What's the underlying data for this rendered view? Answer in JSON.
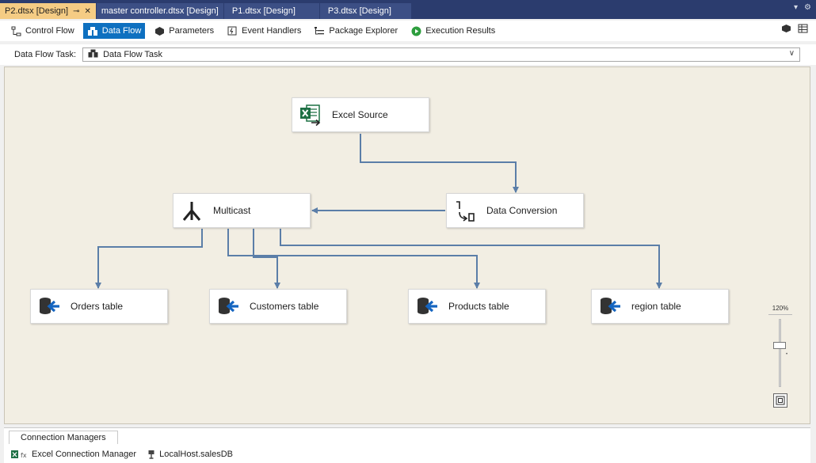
{
  "document_tabs": [
    {
      "label": "P2.dtsx [Design]",
      "active": true
    },
    {
      "label": "master controller.dtsx [Design]",
      "active": false
    },
    {
      "label": "P1.dtsx [Design]",
      "active": false
    },
    {
      "label": "P3.dtsx [Design]",
      "active": false
    }
  ],
  "designer_tabs": [
    {
      "label": "Control Flow",
      "icon": "control-flow-icon"
    },
    {
      "label": "Data Flow",
      "icon": "data-flow-icon",
      "active": true
    },
    {
      "label": "Parameters",
      "icon": "parameters-icon"
    },
    {
      "label": "Event Handlers",
      "icon": "event-handlers-icon"
    },
    {
      "label": "Package Explorer",
      "icon": "package-explorer-icon"
    },
    {
      "label": "Execution Results",
      "icon": "execution-results-icon"
    }
  ],
  "task": {
    "label": "Data Flow Task:",
    "selected": "Data Flow Task"
  },
  "nodes": {
    "excel_source": "Excel Source",
    "data_conversion": "Data Conversion",
    "multicast": "Multicast",
    "orders": "Orders table",
    "customers": "Customers table",
    "products": "Products table",
    "region": "region table"
  },
  "zoom": {
    "level": "120%"
  },
  "connection_managers": {
    "tab_label": "Connection Managers",
    "items": [
      {
        "label": "Excel Connection Manager",
        "icon": "excel-connection-icon"
      },
      {
        "label": "LocalHost.salesDB",
        "icon": "oledb-connection-icon"
      }
    ]
  },
  "colors": {
    "tab_bar": "#2b3c6e",
    "active_tab": "#f5cc84",
    "active_designer_tab": "#0e70c0",
    "canvas": "#f2eee3",
    "connector": "#5b7ea8",
    "excel_green": "#1d7044",
    "destination_blue": "#1565c0"
  }
}
